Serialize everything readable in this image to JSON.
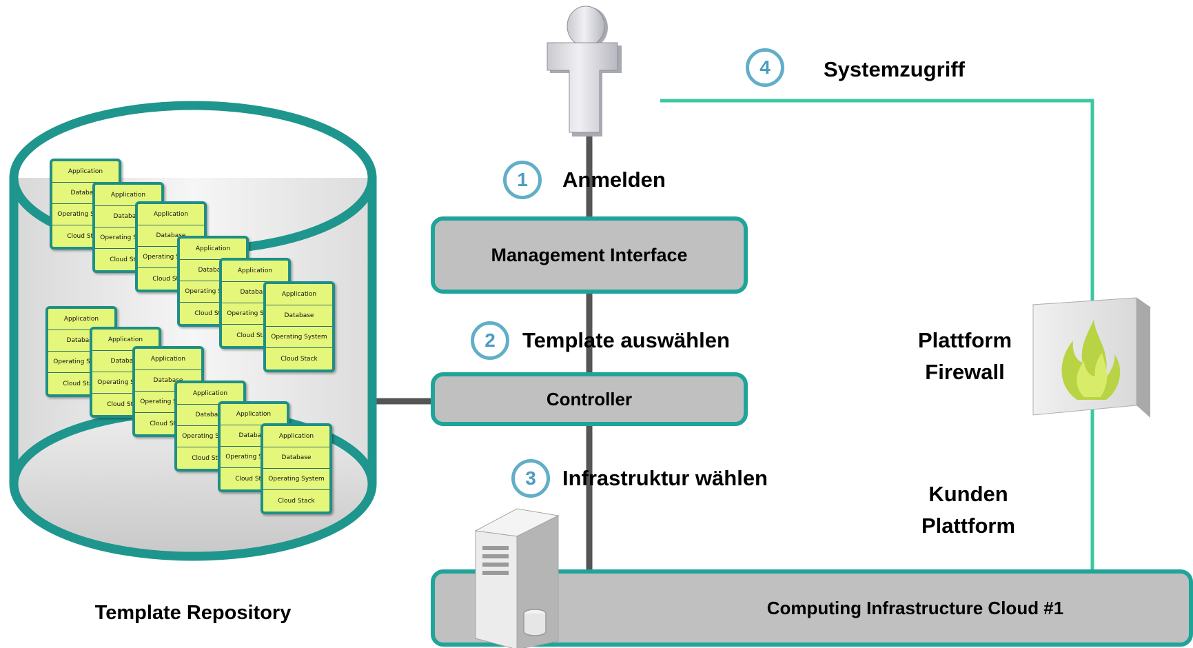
{
  "repository": {
    "label": "Template Repository",
    "card_rows": [
      "Application",
      "Database",
      "Operating System",
      "Cloud Stack"
    ]
  },
  "steps": [
    {
      "number": "1",
      "label": "Anmelden"
    },
    {
      "number": "2",
      "label": "Template auswählen"
    },
    {
      "number": "3",
      "label": "Infrastruktur wählen"
    },
    {
      "number": "4",
      "label": "Systemzugriff"
    }
  ],
  "boxes": {
    "management": "Management Interface",
    "controller": "Controller",
    "computing": "Computing Infrastructure Cloud #1"
  },
  "firewall": {
    "line1": "Plattform",
    "line2": "Firewall"
  },
  "customer": {
    "line1": "Kunden",
    "line2": "Plattform"
  },
  "colors": {
    "teal": "#20a49a",
    "green_line": "#3cc7a1",
    "card_fill": "#e5f77a",
    "box_fill": "#c0c0c0",
    "step_blue": "#62aec9"
  },
  "icons": [
    "user-icon",
    "firewall-icon",
    "server-icon",
    "database-cylinder-icon"
  ]
}
